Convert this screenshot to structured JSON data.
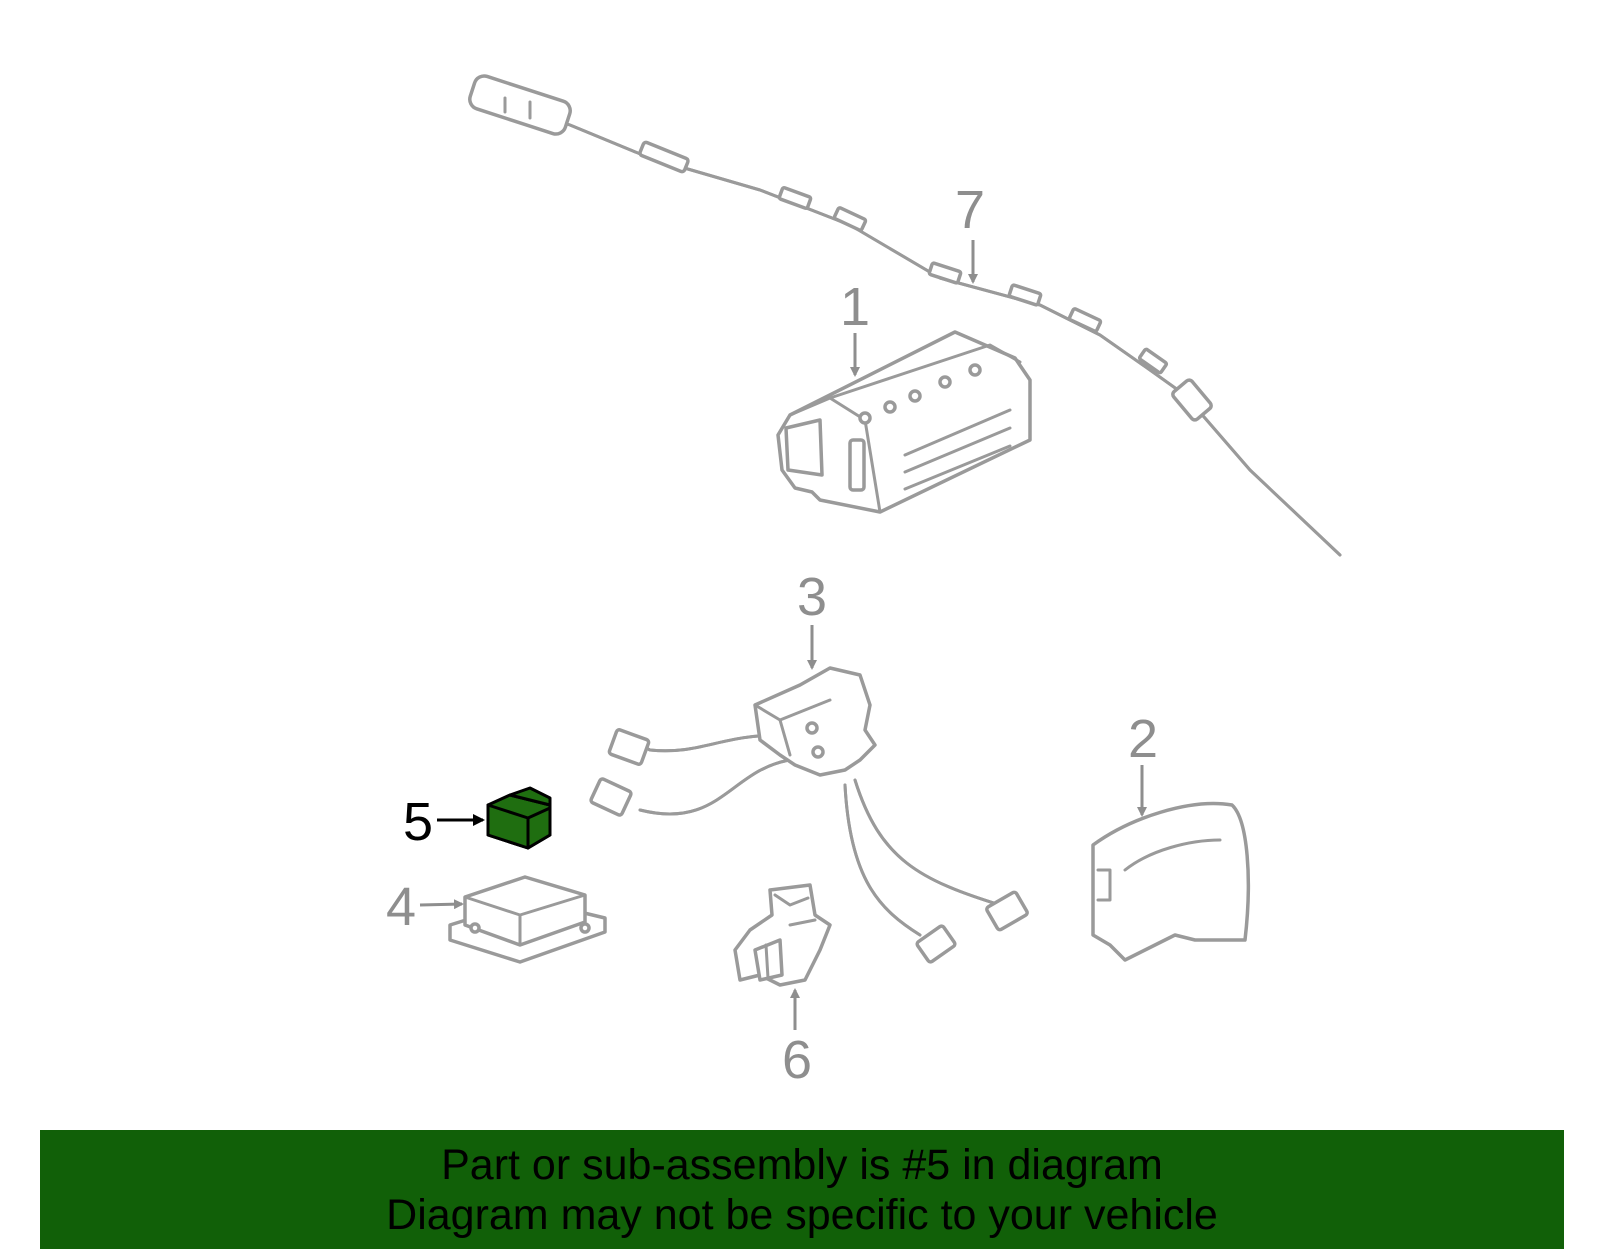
{
  "diagram": {
    "callouts": [
      "1",
      "2",
      "3",
      "4",
      "5",
      "6",
      "7"
    ],
    "highlighted_part": "5",
    "highlight_color": "#1f6e10",
    "line_color": "#9a9a9a"
  },
  "banner": {
    "line1": "Part or sub-assembly is #5 in diagram",
    "line2": "Diagram may not be specific to your vehicle",
    "background": "#116008"
  }
}
